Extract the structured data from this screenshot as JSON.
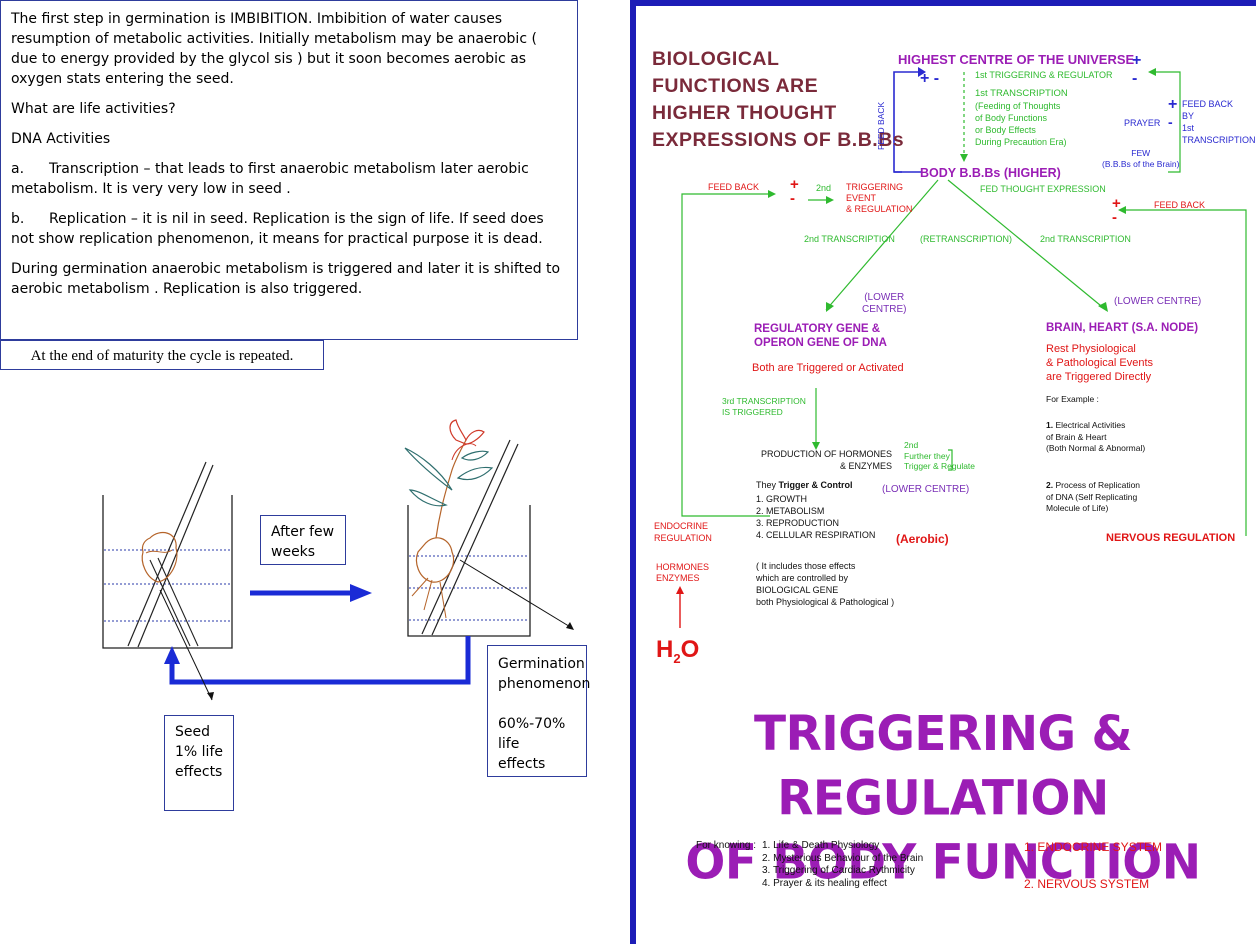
{
  "left": {
    "text_box": {
      "p1": "The first step in germination is IMBIBITION. Imbibition of water causes resumption of metabolic activities. Initially metabolism may be anaerobic ( due to energy provided by the glycol sis ) but it soon becomes aerobic as oxygen stats entering the seed.",
      "p2": "What are life activities?",
      "p3": "DNA Activities",
      "item_a_letter": "a.",
      "item_a": "Transcription – that leads to first anaerobic metabolism later aerobic metabolism.  It is very very low in seed  .",
      "item_b_letter": "b.",
      "item_b": "Replication – it is nil in seed. Replication is the sign of life. If seed does not show replication phenomenon, it means for practical purpose it is dead.",
      "p4": " During germination anaerobic metabolism is triggered and  later it is shifted to  aerobic metabolism . Replication is also triggered."
    },
    "after_box": "After few\nweeks",
    "germination_box": "Germination\nphenomenon\n\n60%-70% life\neffects",
    "seed_box": "Seed\n1% life\neffects",
    "footer": "At the end of maturity the cycle is repeated."
  },
  "poster": {
    "heading": "BIOLOGICAL\nFUNCTIONS ARE\nHIGHER THOUGHT\nEXPRESSIONS OF B.B.Bs",
    "highest_centre": "HIGHEST CENTRE OF THE UNIVERSE",
    "first_trigger": "1st TRIGGERING & REGULATOR",
    "first_transcription": "1st TRANSCRIPTION",
    "feeding": "(Feeding of Thoughts\nof Body Functions\nor Body Effects\nDuring Precaution Era)",
    "feed_back_vertical": "FEED BACK",
    "prayer": "PRAYER",
    "by_first_transcription": "FEED BACK\nBY\n1st\nTRANSCRIPTION",
    "few": "FEW\n(B.B.Bs of the Brain)",
    "body_bbbs": "BODY B.B.Bs (HIGHER)",
    "fed_thought": "FED THOUGHT EXPRESSION",
    "feed_back_left": "FEED BACK",
    "feed_back_right": "FEED BACK",
    "second": "2nd",
    "triggering_event": "TRIGGERING\nEVENT\n& REGULATION",
    "second_transcription_left": "2nd TRANSCRIPTION",
    "retranscription": "(RETRANSCRIPTION)",
    "second_transcription_right": "2nd TRANSCRIPTION",
    "lower_centre_left": "(LOWER\nCENTRE)",
    "lower_centre_right": "(LOWER CENTRE)",
    "regulatory_gene": "REGULATORY GENE &\nOPERON GENE OF DNA",
    "both_triggered": "Both are Triggered or Activated",
    "brain_heart": "BRAIN, HEART (S.A. NODE)",
    "rest_events": "Rest Physiological\n& Pathological Events\nare Triggered Directly",
    "third_transcription": "3rd TRANSCRIPTION\nIS TRIGGERED",
    "for_example": "For Example :",
    "example_1_num": "1.",
    "example_1": "Electrical Activities\nof Brain & Heart\n(Both Normal & Abnormal)",
    "example_2_num": "2.",
    "example_2": "Process of Replication\nof DNA (Self Replicating\nMolecule of Life)",
    "production": "PRODUCTION OF HORMONES\n& ENZYMES",
    "further": "2nd\nFurther they\nTrigger & Regulate",
    "lower_centre_mid": "(LOWER CENTRE)",
    "they_prefix": "They ",
    "they_bold": "Trigger & Control",
    "growth_list": "1. GROWTH\n2. METABOLISM\n3. REPRODUCTION\n4. CELLULAR RESPIRATION",
    "aerobic": "(Aerobic)",
    "endocrine_regulation": "ENDOCRINE\nREGULATION",
    "hormones_enzymes": "HORMONES\nENZYMES",
    "includes": "( It includes those effects\nwhich are controlled by\nBIOLOGICAL GENE\nboth Physiological & Pathological )",
    "nervous_regulation": "NERVOUS REGULATION",
    "h2o_h": "H",
    "h2o_2": "2",
    "h2o_o": "O",
    "main_title": "TRIGGERING & REGULATION\nOF BODY FUNCTION",
    "for_knowing_label": "For knowing :",
    "for_knowing_list": "1. Life & Death Physiology\n2. Mysterious Behaviour of the Brain\n3. Triggering of Cardiac Rythmicity\n4. Prayer & its healing effect",
    "system_1": "1. ENDOCRINE SYSTEM",
    "system_2": "2. NERVOUS SYSTEM",
    "colors": {
      "border": "#1d1db7",
      "brown": "#7a2a3a",
      "purple": "#9b1db5",
      "green": "#2fba2f",
      "red": "#e01616",
      "blue": "#2a2ad0"
    }
  }
}
